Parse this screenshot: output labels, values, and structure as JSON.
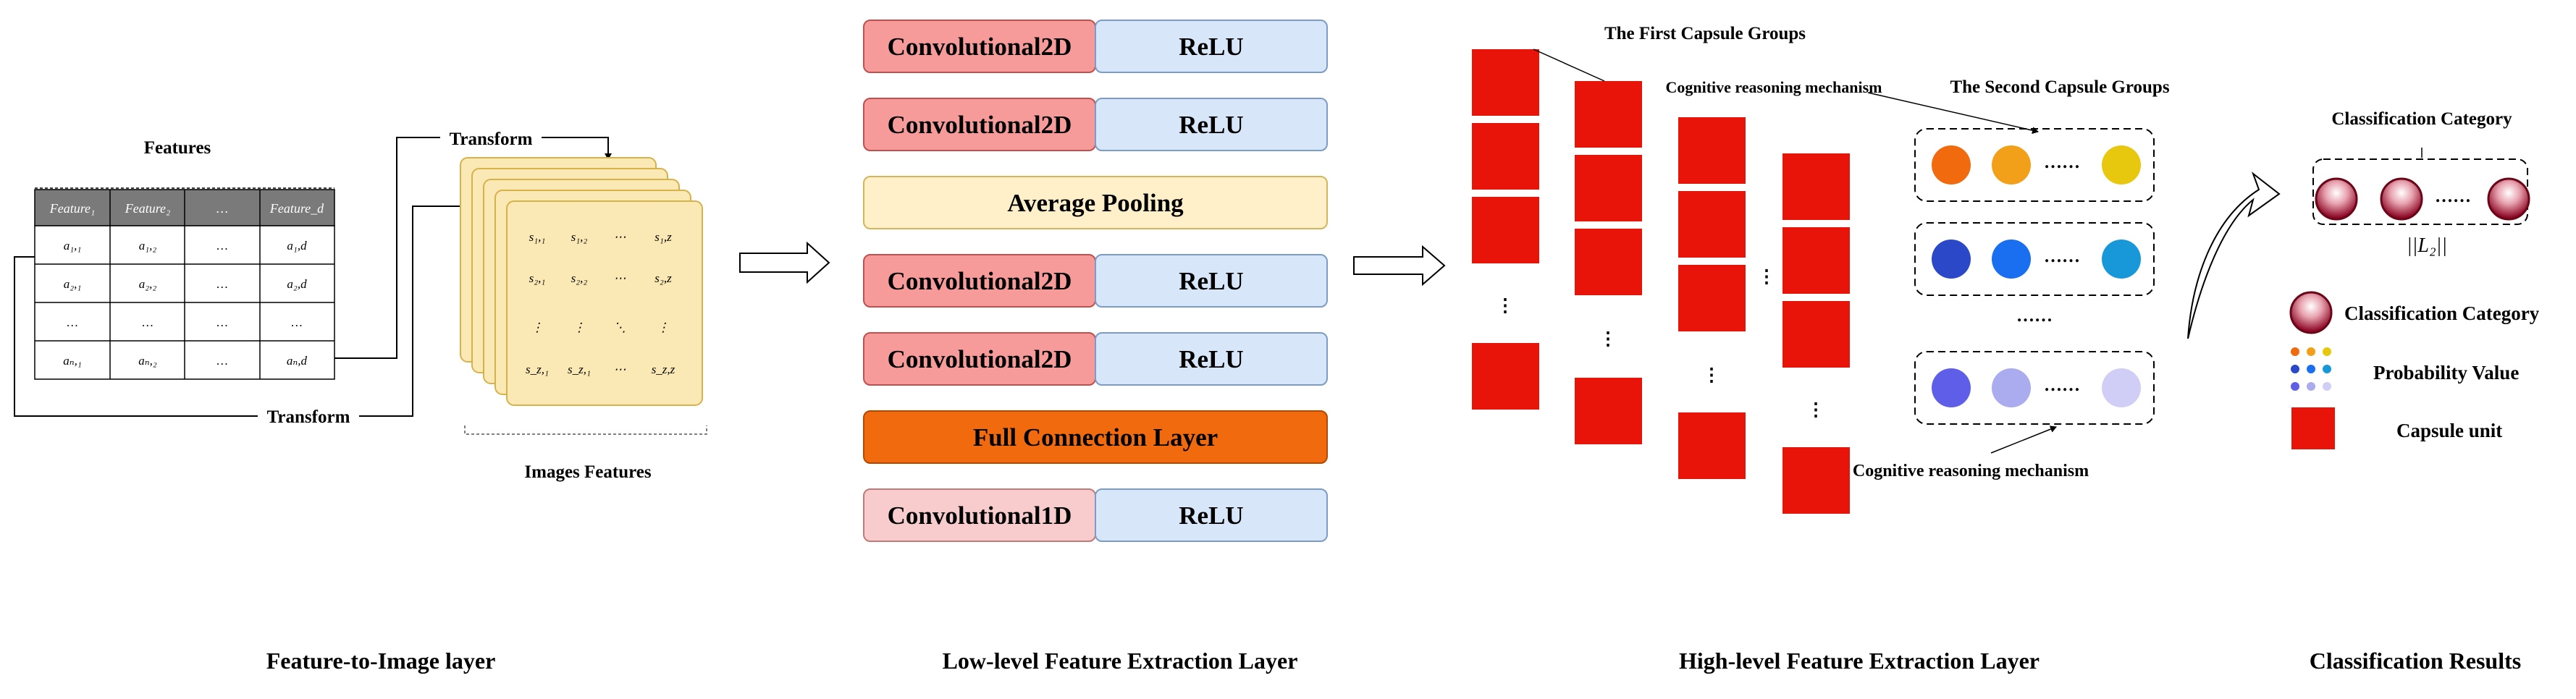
{
  "feature_panel": {
    "table_title": "Features",
    "headers": [
      "Feature₁",
      "Feature₂",
      "…",
      "Feature_d"
    ],
    "rows": [
      [
        "a₁,₁",
        "a₁,₂",
        "…",
        "a₁,d"
      ],
      [
        "a₂,₁",
        "a₂,₂",
        "…",
        "a₂,d"
      ],
      [
        "…",
        "…",
        "…",
        "…"
      ],
      [
        "aₙ,₁",
        "aₙ,₂",
        "…",
        "aₙ,d"
      ]
    ],
    "transform_top": "Transform",
    "transform_bottom": "Transform",
    "image_rows": [
      [
        "s₁,₁",
        "s₁,₂",
        "⋯",
        "s₁,z"
      ],
      [
        "s₂,₁",
        "s₂,₂",
        "⋯",
        "s₂,z"
      ],
      [
        "⋮",
        "⋮",
        "⋱",
        "⋮"
      ],
      [
        "s_z,₁",
        "s_z,₁",
        "⋯",
        "s_z,z"
      ]
    ],
    "images_label": "Images Features",
    "section_title": "Feature-to-Image layer"
  },
  "low_level": {
    "blocks": [
      {
        "left": "Convolutional2D",
        "right": "ReLU"
      },
      {
        "left": "Convolutional2D",
        "right": "ReLU"
      },
      {
        "full": "Average Pooling"
      },
      {
        "left": "Convolutional2D",
        "right": "ReLU"
      },
      {
        "left": "Convolutional2D",
        "right": "ReLU"
      },
      {
        "full": "Full Connection Layer"
      },
      {
        "left": "Convolutional1D",
        "right": "ReLU"
      }
    ],
    "section_title": "Low-level Feature Extraction Layer"
  },
  "high_level": {
    "first_groups_label": "The First Capsule Groups",
    "cognitive_top": "Cognitive reasoning mechanism",
    "second_groups_label": "The Second Capsule Groups",
    "cognitive_bottom": "Cognitive reasoning mechanism",
    "ellipsis_small": "……",
    "vertical_dots": "⋮",
    "section_title": "High-level Feature Extraction Layer"
  },
  "results": {
    "category_title": "Classification Category",
    "norm_label": "||L₂||",
    "ellipsis": "……",
    "legend": [
      {
        "icon": "capsule-circle-icon",
        "label": "Classification Category"
      },
      {
        "icon": "probability-dots-icon",
        "label": "Probability Value"
      },
      {
        "icon": "capsule-square-icon",
        "label": "Capsule unit"
      }
    ],
    "section_title": "Classification Results"
  },
  "colors": {
    "conv2d": "#f79a9a",
    "conv1d": "#f8cccc",
    "relu": "#d8e6fa",
    "pooling": "#fff0c9",
    "full_connection": "#f26a0e",
    "capsule_red": "#e8140a",
    "table_header": "#7a7a7a",
    "image_sheet": "#fbe9b5",
    "capsule_circle": "#9e1030"
  }
}
